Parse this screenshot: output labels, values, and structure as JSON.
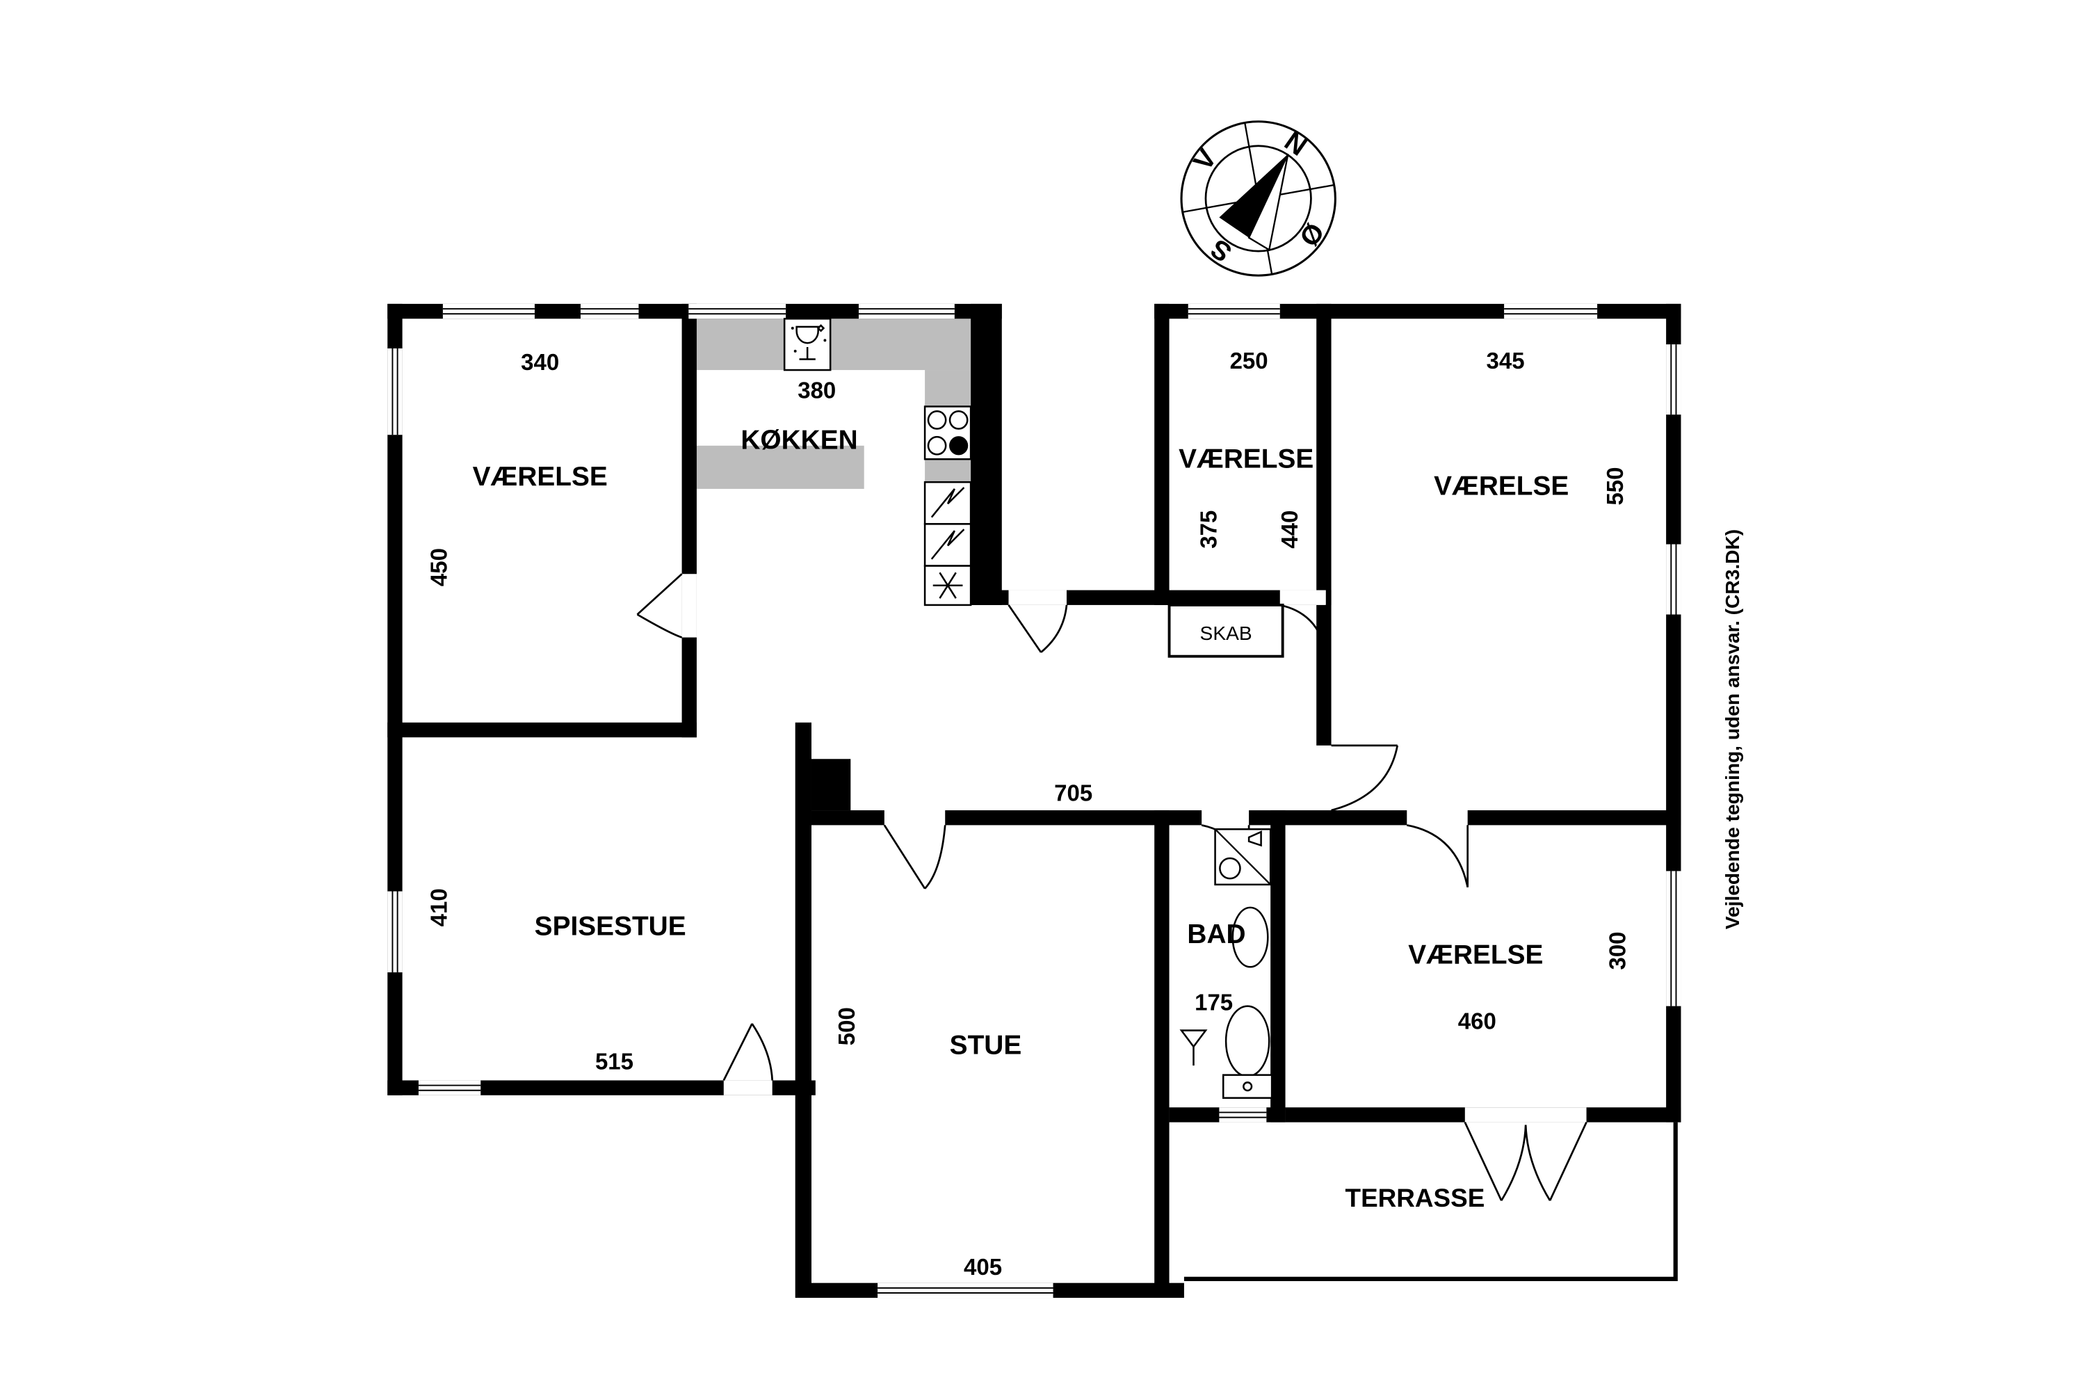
{
  "caption": "Vejledende tegning, uden ansvar. (CR3.DK)",
  "colors": {
    "wall": "#000000",
    "counter": "#bdbdbd",
    "background": "#ffffff"
  },
  "compass": {
    "north": "N",
    "east": "Ø",
    "south": "S",
    "west": "V"
  },
  "hall": {
    "width": "705"
  },
  "rooms": {
    "bedroom_nw": {
      "name": "VÆRELSE",
      "dim_top": "340",
      "dim_left": "450"
    },
    "kitchen": {
      "name": "KØKKEN",
      "dim_top": "380"
    },
    "bedroom_mid": {
      "name": "VÆRELSE",
      "dim_top": "250",
      "dim_left": "375",
      "dim_right": "440"
    },
    "bedroom_ne": {
      "name": "VÆRELSE",
      "dim_top": "345",
      "dim_right": "550"
    },
    "dining": {
      "name": "SPISESTUE",
      "dim_left": "410",
      "dim_bottom": "515"
    },
    "living": {
      "name": "STUE",
      "dim_left": "500",
      "dim_bottom": "405"
    },
    "bathroom": {
      "name": "BAD",
      "dim": "175"
    },
    "bedroom_se": {
      "name": "VÆRELSE",
      "dim_right": "300",
      "dim_bottom": "460"
    },
    "closet": {
      "name": "SKAB"
    },
    "terrace": {
      "name": "TERRASSE"
    }
  }
}
